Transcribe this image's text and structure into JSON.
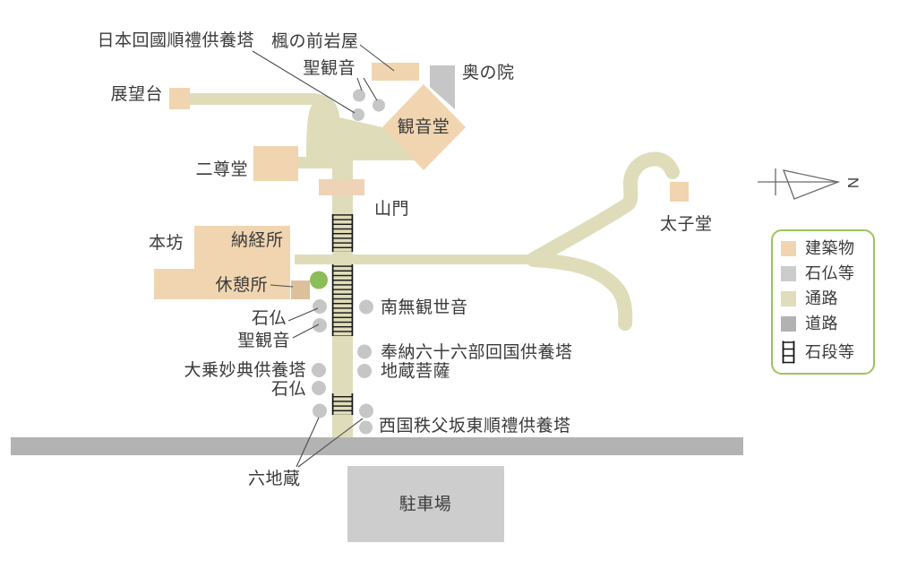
{
  "labels": {
    "nihon_kaikoku_tower": "日本回國順禮供養塔",
    "kaede_iwaya": "楓の前岩屋",
    "sho_kannon_upper": "聖観音",
    "oku_no_in": "奥の院",
    "tenbodai": "展望台",
    "kannon_do": "観音堂",
    "nison_do": "二尊堂",
    "sanmon": "山門",
    "honbo": "本坊",
    "nokyosho": "納経所",
    "kyukeisho": "休憩所",
    "sekibutsu_upper": "石仏",
    "sho_kannon_lower": "聖観音",
    "namu_kanzeon": "南無観世音",
    "hono_rokujurokubu": "奉納六十六部回国供養塔",
    "jizo_bosatsu": "地蔵菩薩",
    "daijo_myoten": "大乗妙典供養塔",
    "sekibutsu_lower": "石仏",
    "saigoku_chichibu": "西国秩父坂東順禮供養塔",
    "roku_jizo": "六地蔵",
    "chushajo": "駐車場",
    "taishi_do": "太子堂"
  },
  "compass": {
    "north": "N"
  },
  "legend": {
    "items": [
      {
        "label": "建築物",
        "color": "#f0d5b0",
        "type": "swatch"
      },
      {
        "label": "石仏等",
        "color": "#cccccc",
        "type": "swatch"
      },
      {
        "label": "通路",
        "color": "#e0ddbb",
        "type": "swatch"
      },
      {
        "label": "道路",
        "color": "#b2b2b2",
        "type": "swatch"
      },
      {
        "label": "石段等",
        "color": "#151515",
        "type": "ladder-icon"
      }
    ]
  },
  "colors": {
    "building": "#f0d5b0",
    "building_dark": "#dcc09c",
    "gate": "#eed3b6",
    "stone_marker": "#c6c6c6",
    "walk_path": "#dfdcba",
    "road": "#b3b3b3",
    "parking": "#cdcdcd",
    "current_marker_green": "#8cbd58",
    "legend_border": "#9cc45c",
    "text": "#3a3a3a"
  }
}
